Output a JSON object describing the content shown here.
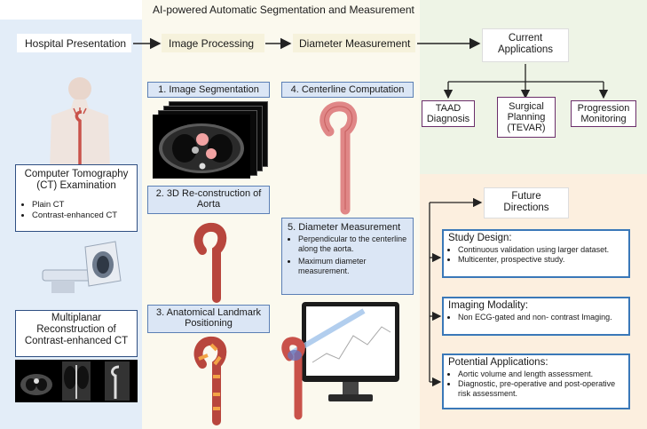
{
  "title": "AI-powered Automatic Segmentation and Measurement",
  "flow": {
    "hospital": "Hospital Presentation",
    "processing": "Image Processing",
    "diameter": "Diameter Measurement",
    "current": "Current Applications"
  },
  "left": {
    "ct_title": "Computer Tomography (CT) Examination",
    "ct_items": [
      "Plain CT",
      "Contrast-enhanced CT"
    ],
    "mpr_title": "Multiplanar Reconstruction of Contrast-enhanced CT"
  },
  "steps": {
    "s1": "1. Image Segmentation",
    "s2": "2. 3D Re-construction of Aorta",
    "s3": "3. Anatomical Landmark Positioning",
    "s4": "4. Centerline Computation",
    "s5_title": "5. Diameter Measurement",
    "s5_items": [
      "Perpendicular to the centerline along the aorta.",
      "Maximum diameter measurement."
    ]
  },
  "apps": [
    "TAAD Diagnosis",
    "Surgical Planning (TEVAR)",
    "Progression Monitoring"
  ],
  "future": {
    "title": "Future Directions",
    "study_title": "Study Design:",
    "study_items": [
      "Continuous validation using larger dataset.",
      "Multicenter, prospective study."
    ],
    "imaging_title": "Imaging Modality:",
    "imaging_items": [
      "Non ECG-gated and non- contrast Imaging."
    ],
    "potential_title": "Potential Applications:",
    "potential_items": [
      "Aortic volume and length assessment.",
      "Diagnostic, pre-operative and post-operative risk assessment."
    ]
  },
  "colors": {
    "left_bg": "#e3edf8",
    "mid_bg": "#fbf9ee",
    "right_top_bg": "#eef4e6",
    "right_bottom_bg": "#fcefdf",
    "box_border": "#2f4f82",
    "app_border": "#6b2e6b",
    "future_border": "#3a78b8",
    "aorta": "#c9524a"
  }
}
